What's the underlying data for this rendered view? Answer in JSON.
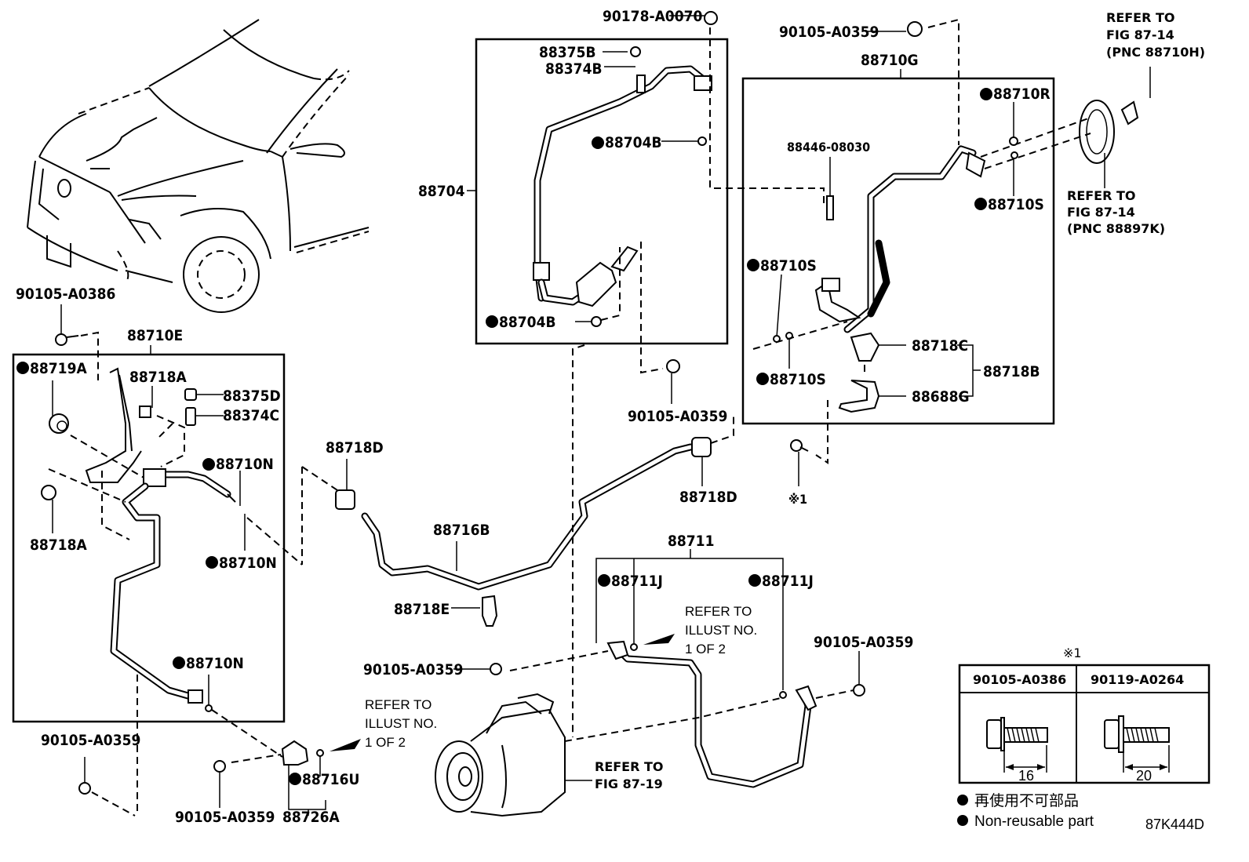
{
  "diagram_id": "87K444D",
  "labels": {
    "p90178_A0070": "90178-A0070",
    "p88375B": "88375B",
    "p88374B": "88374B",
    "p88704B_top": "88704B",
    "p88704": "88704",
    "p88704B_bottom": "88704B",
    "p90105_A0359_top": "90105-A0359",
    "p88710G": "88710G",
    "p88710R": "88710R",
    "p88446_08030": "88446-08030",
    "p88710S_right": "88710S",
    "p88710S_left": "88710S",
    "p88710S_lower": "88710S",
    "p88718C": "88718C",
    "p88718B": "88718B",
    "p88688G": "88688G",
    "p90105_A0359_mid": "90105-A0359",
    "p88718D_right": "88718D",
    "note1_marker": "※1",
    "p90105_A0386_top": "90105-A0386",
    "p88710E": "88710E",
    "p88719A": "88719A",
    "p88718A_top": "88718A",
    "p88375D": "88375D",
    "p88374C": "88374C",
    "p88710N_top": "88710N",
    "p88718A_left": "88718A",
    "p88710N_mid": "88710N",
    "p88710N_bottom": "88710N",
    "p88718D_left": "88718D",
    "p88716B": "88716B",
    "p88718E": "88718E",
    "p88711": "88711",
    "p88711J_left": "88711J",
    "p88711J_right": "88711J",
    "p90105_A0359_center": "90105-A0359",
    "p90105_A0359_right": "90105-A0359",
    "p90105_A0359_lowleft": "90105-A0359",
    "p90105_A0359_bottom": "90105-A0359",
    "p88716U": "88716U",
    "p88726A": "88726A"
  },
  "references": {
    "fig_88710H": [
      "REFER TO",
      "FIG 87-14",
      "(PNC 88710H)"
    ],
    "fig_88897K": [
      "REFER TO",
      "FIG 87-14",
      "(PNC 88897K)"
    ],
    "illust_right": [
      "REFER TO",
      "ILLUST NO.",
      "1 OF 2"
    ],
    "illust_left": [
      "REFER TO",
      "ILLUST NO.",
      "1 OF 2"
    ],
    "fig_87_19": [
      "REFER TO",
      "FIG 87-19"
    ]
  },
  "bolt_table": {
    "marker": "※1",
    "columns": [
      {
        "part": "90105-A0386",
        "length": "16"
      },
      {
        "part": "90119-A0264",
        "length": "20"
      }
    ]
  },
  "legend": {
    "japanese": "再使用不可部品",
    "english": "Non-reusable part",
    "code": "87K444D"
  }
}
